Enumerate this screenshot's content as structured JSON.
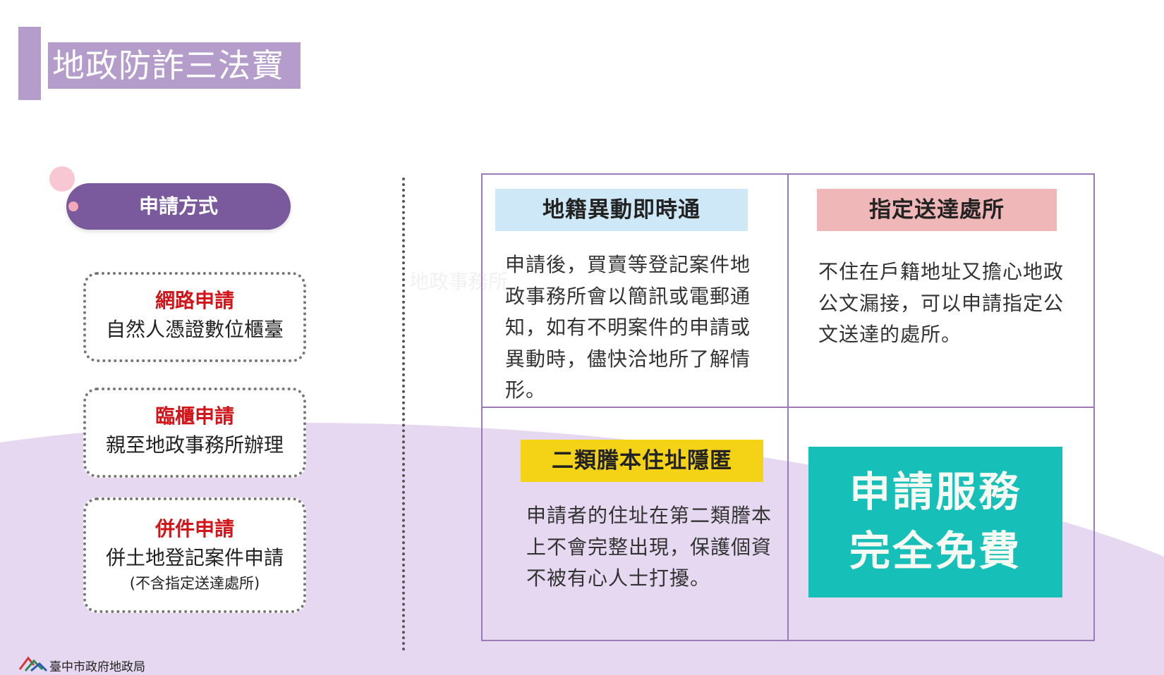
{
  "title": "地政防詐三法寶",
  "left": {
    "pill_label": "申請方式",
    "methods": [
      {
        "name": "網路申請",
        "desc": "自然人憑證數位櫃臺"
      },
      {
        "name": "臨櫃申請",
        "desc": "親至地政事務所辦理"
      },
      {
        "name": "併件申請",
        "desc": "併土地登記案件申請",
        "note": "(不含指定送達處所)"
      }
    ]
  },
  "grid": {
    "cell1": {
      "tag": "地籍異動即時通",
      "text": "申請後，買賣等登記案件地政事務所會以簡訊或電郵通知，如有不明案件的申請或異動時，儘快洽地所了解情形。"
    },
    "cell2": {
      "tag": "指定送達處所",
      "text": "不住在戶籍地址又擔心地政公文漏接，可以申請指定公文送達的處所。"
    },
    "cell3": {
      "tag": "二類謄本住址隱匿",
      "text": "申請者的住址在第二類謄本上不會完整出現，保護個資不被有心人士打擾。"
    },
    "cell4": {
      "line1": "申請服務",
      "line2": "完全免費"
    }
  },
  "watermark": "地政事務所",
  "footer": {
    "logo_text": "臺中市政府地政局"
  },
  "colors": {
    "title_bg": "#b49ccb",
    "pill_bg": "#7a5a9d",
    "method_red": "#d0161b",
    "grid_border": "#9b7ab8",
    "tag1_bg": "#cfe8f7",
    "tag2_bg": "#efb7b7",
    "tag3_bg": "#f4d316",
    "free_bg": "#16bfb7",
    "wave": "#e6d8f0"
  }
}
